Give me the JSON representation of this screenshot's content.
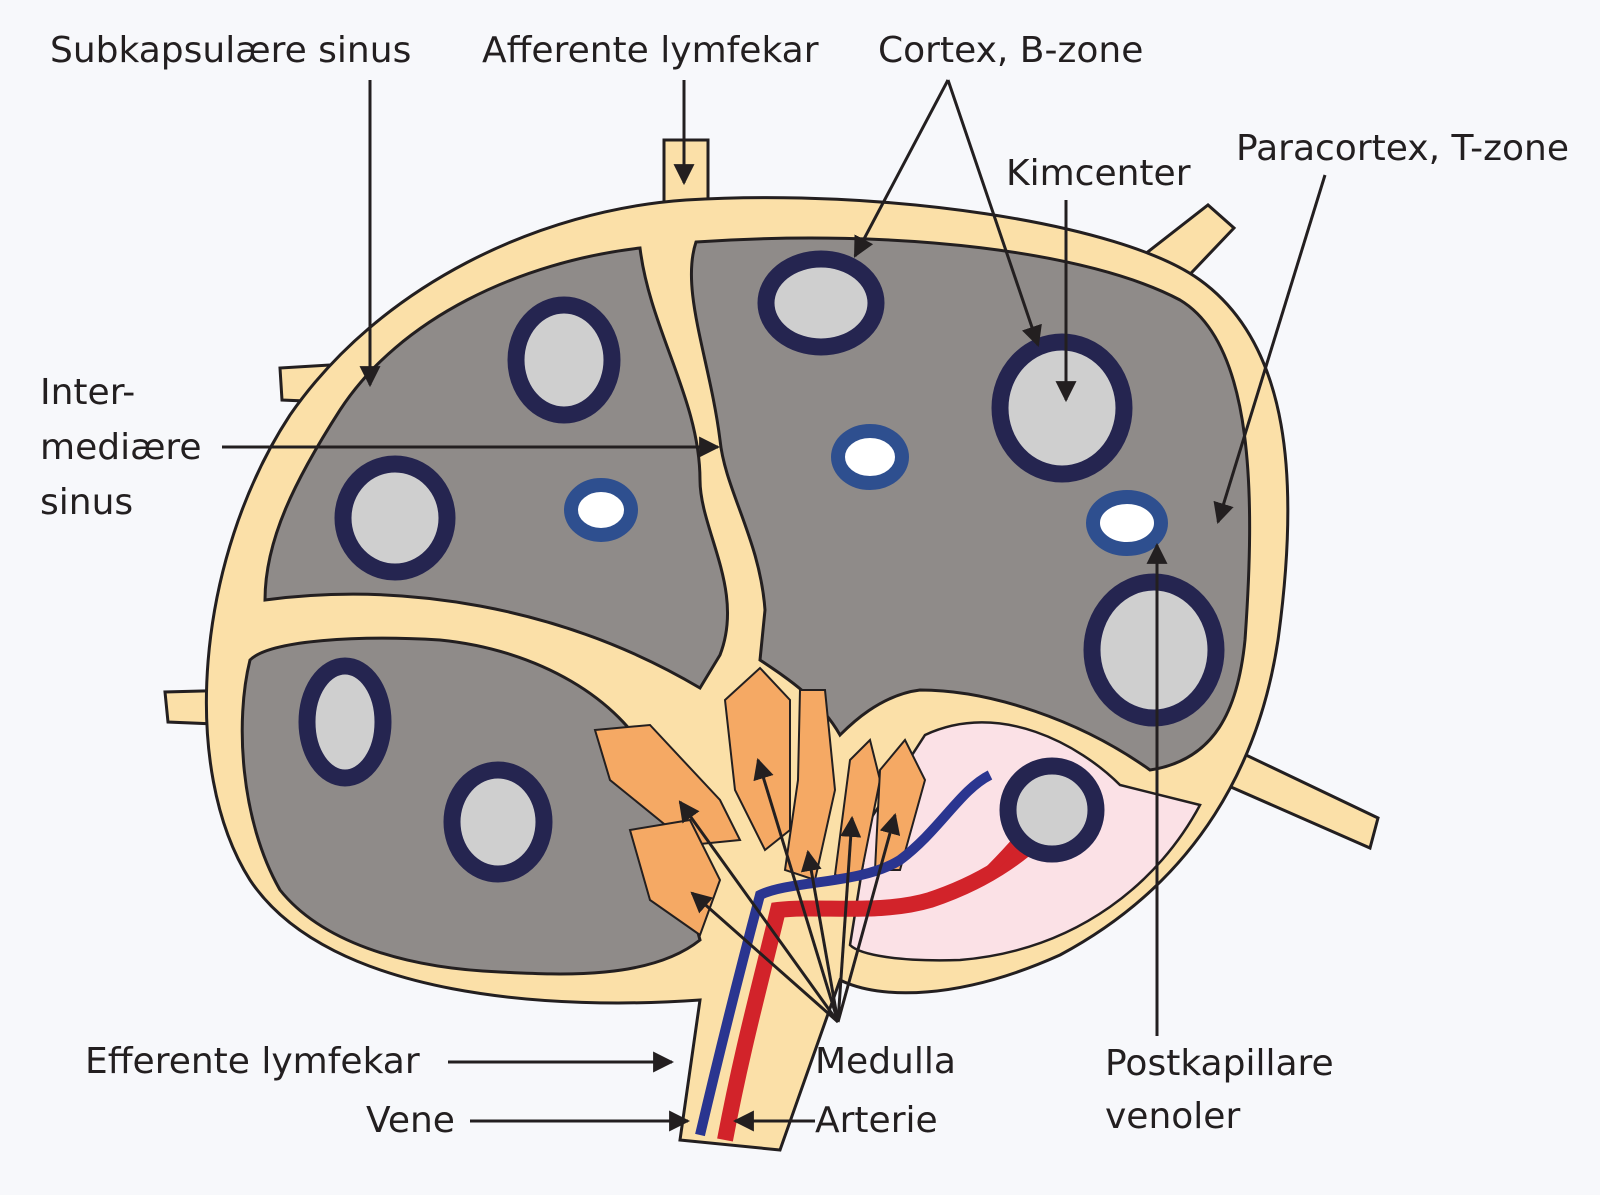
{
  "labels": {
    "subkapsulaere_sinus": "Subkapsulære sinus",
    "afferente_lymfekar": "Afferente lymfekar",
    "cortex_b_zone": "Cortex, B-zone",
    "kimcenter": "Kimcenter",
    "paracortex_t_zone": "Paracortex, T-zone",
    "intermediaere_sinus": [
      "Inter-",
      "mediære",
      "sinus"
    ],
    "efferente_lymfekar": "Efferente lymfekar",
    "vene": "Vene",
    "medulla": "Medulla",
    "arterie": "Arterie",
    "postkapillare_venoler": [
      "Postkapillare",
      "venoler"
    ]
  },
  "colors": {
    "background": "#f7f8fb",
    "sinus": "#fbe0a8",
    "outline": "#231f20",
    "cortex": "#8f8b89",
    "follicle_ring": "#252550",
    "germinal_center": "#cfcfcf",
    "venule_ring": "#2e4f8f",
    "medulla": "#f5a964",
    "artery": "#d2232a",
    "vein": "#2a3590",
    "hilum_region": "#fbe1e6"
  }
}
